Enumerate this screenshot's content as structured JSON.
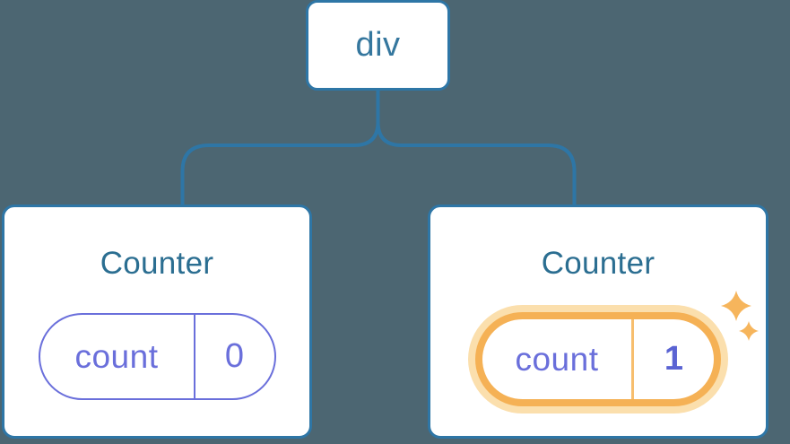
{
  "diagram": {
    "type": "react-component-tree",
    "root": {
      "label": "div"
    },
    "children": [
      {
        "title": "Counter",
        "state": {
          "key": "count",
          "value": "0"
        },
        "highlighted": false
      },
      {
        "title": "Counter",
        "state": {
          "key": "count",
          "value": "1"
        },
        "highlighted": true,
        "icon": "sparkles-icon"
      }
    ]
  },
  "colors": {
    "bg": "#4C6672",
    "line": "#2E76A6",
    "card-bg": "#FFFFFF",
    "root-label": "#35779E",
    "title": "#2B6E91",
    "purple": "#6A6FDB",
    "value-bold": "#5A63D3",
    "orange": "#F5B155",
    "orange-divider": "#F7BE6E",
    "glow": "#FBDFAD",
    "sparkle": "#F6B55C"
  }
}
